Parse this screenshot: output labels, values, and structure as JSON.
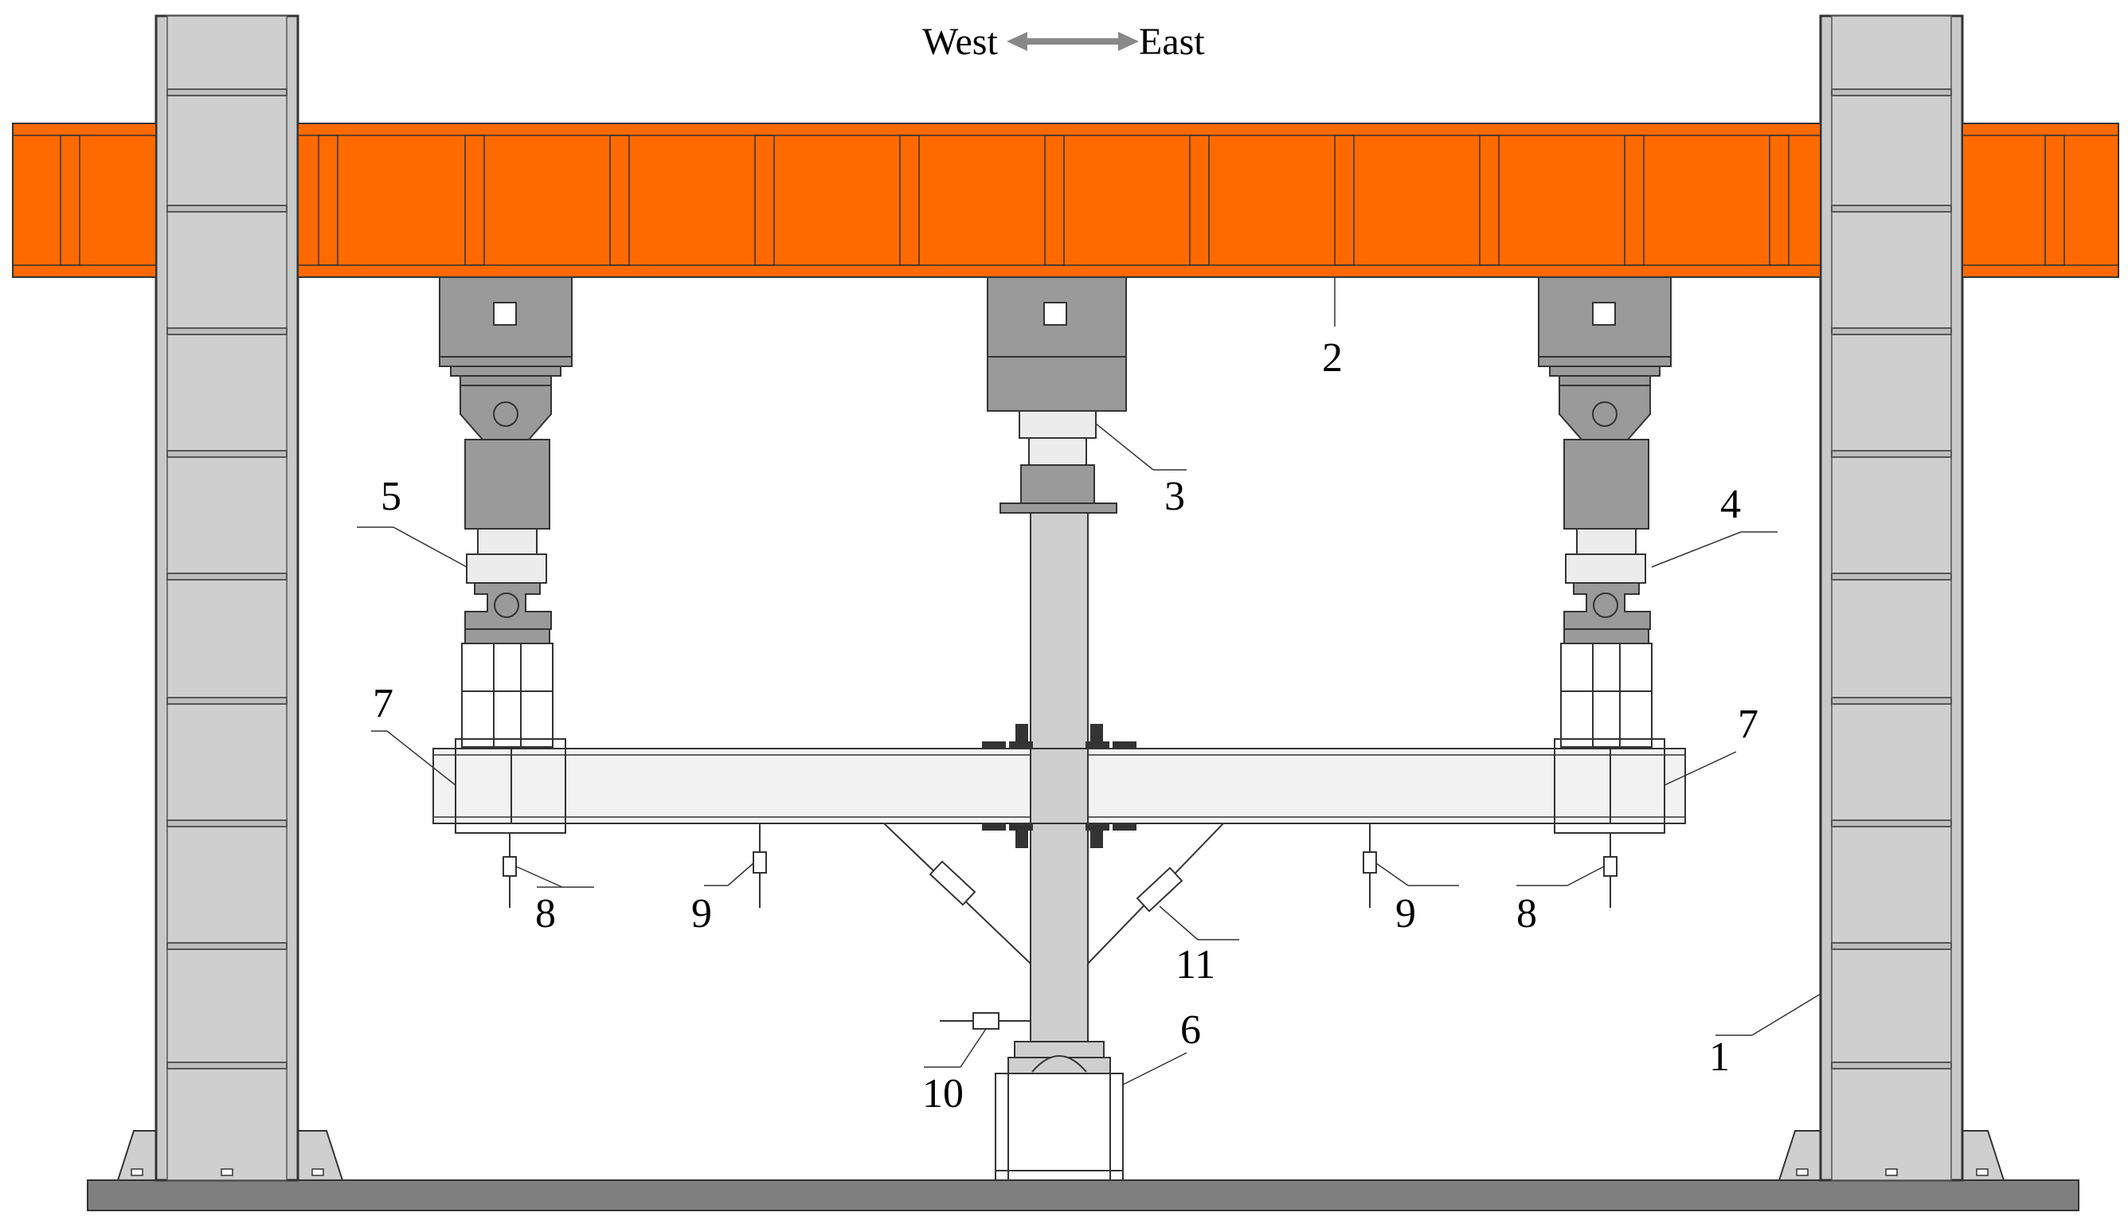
{
  "direction": {
    "west": "West",
    "east": "East"
  },
  "labels": {
    "n1": "1",
    "n2": "2",
    "n3": "3",
    "n4": "4",
    "n5": "5",
    "n6": "6",
    "n7_left": "7",
    "n7_right": "7",
    "n8_left": "8",
    "n8_right": "8",
    "n9_left": "9",
    "n9_right": "9",
    "n10": "10",
    "n11": "11"
  },
  "colors": {
    "beam_orange": "#ff6a00",
    "steel_gray": "#cfcfcf",
    "dark_gray": "#9a9a9a",
    "floor_gray": "#7f7f7f"
  }
}
